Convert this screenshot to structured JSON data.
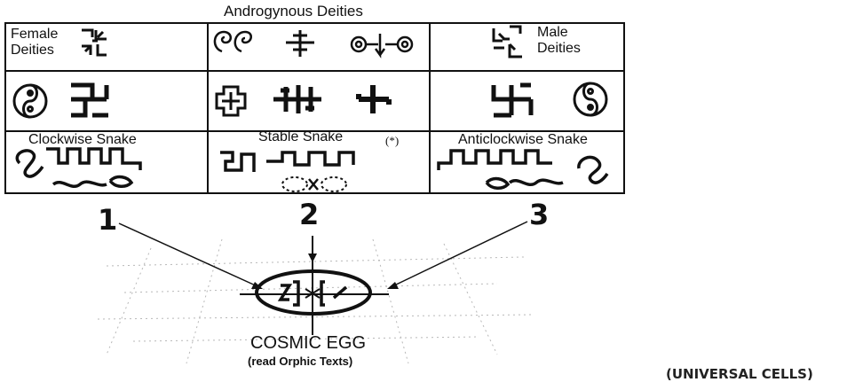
{
  "header": {
    "title": "Androgynous Deities"
  },
  "cells": {
    "female_label": "Female Deities",
    "male_label": "Male Deities",
    "snake_clockwise": "Clockwise Snake",
    "snake_stable": "Stable Snake",
    "snake_stable_note": "(*)",
    "snake_anticlockwise": "Anticlockwise Snake"
  },
  "arrows": {
    "one": "1",
    "two": "2",
    "three": "3"
  },
  "egg": {
    "title": "COSMIC EGG",
    "subtitle": "(read Orphic Texts)"
  },
  "caption": "(UNIVERSAL CELLS)",
  "colors": {
    "ink": "#111111",
    "grid": "#b8b8b8"
  },
  "icons": [
    "spiral-icon",
    "yin-yang-icon",
    "swastika-icon",
    "cross-icon",
    "snake-icon",
    "cosmic-egg-icon"
  ]
}
